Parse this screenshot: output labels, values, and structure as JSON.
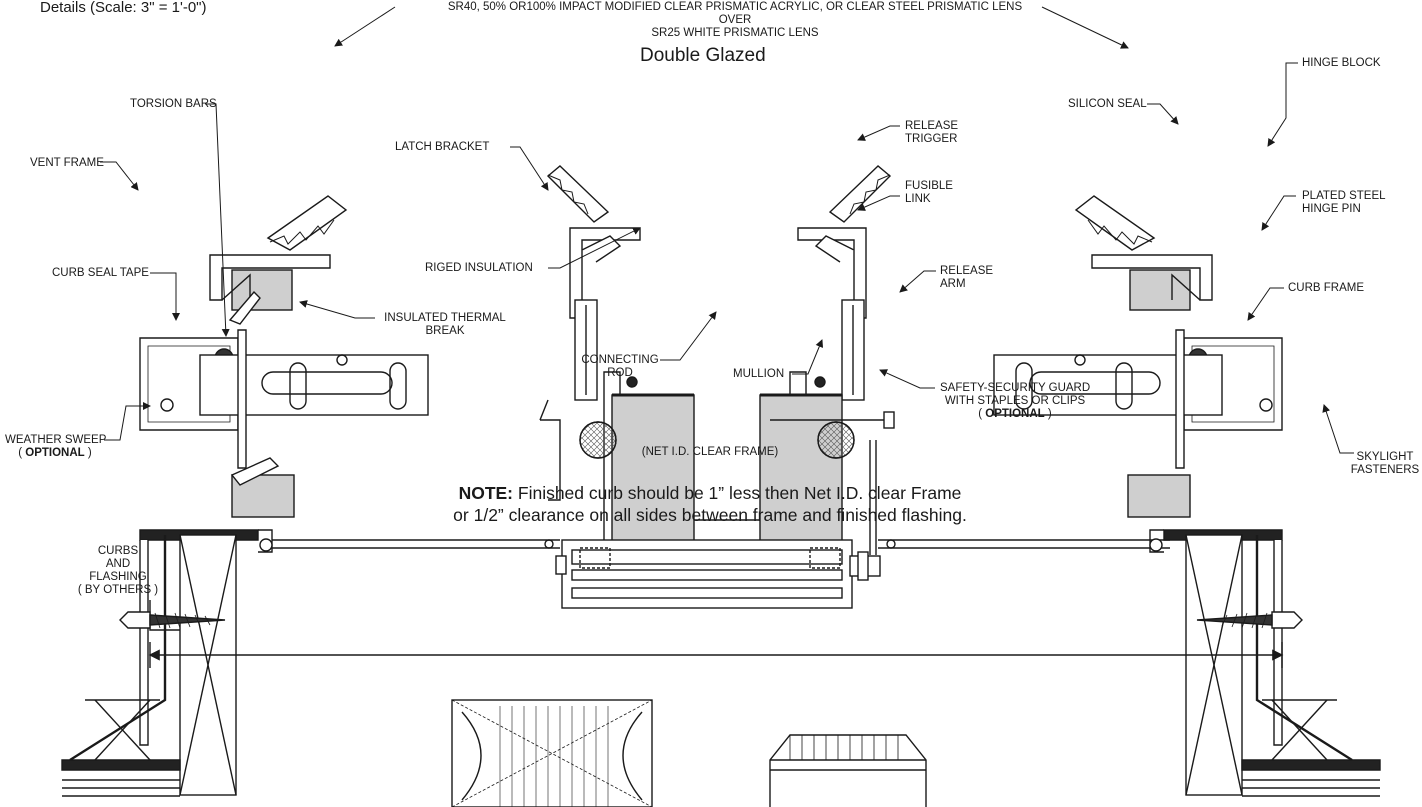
{
  "header": {
    "scale_text": "Details (Scale: 3\" = 1'-0\")",
    "lens_line1": "SR40, 50% OR100% IMPACT MODIFIED CLEAR PRISMATIC ACRYLIC, OR CLEAR STEEL PRISMATIC LENS",
    "lens_line2": "OVER",
    "lens_line3": "SR25 WHITE PRISMATIC LENS",
    "glazing": "Double Glazed"
  },
  "labels": {
    "torsion_bars": "TORSION BARS",
    "vent_frame": "VENT FRAME",
    "latch_bracket": "LATCH BRACKET",
    "release_trigger_1": "RELEASE",
    "release_trigger_2": "TRIGGER",
    "fusible_link_1": "FUSIBLE",
    "fusible_link_2": "LINK",
    "silicon_seal": "SILICON SEAL",
    "hinge_block": "HINGE BLOCK",
    "plated_hinge_1": "PLATED STEEL",
    "plated_hinge_2": "HINGE PIN",
    "curb_seal_tape": "CURB SEAL TAPE",
    "riged_insulation": "RIGED INSULATION",
    "release_arm_1": "RELEASE",
    "release_arm_2": "ARM",
    "curb_frame": "CURB FRAME",
    "thermal_break_1": "INSULATED THERMAL",
    "thermal_break_2": "BREAK",
    "connecting_rod_1": "CONNECTING",
    "connecting_rod_2": "ROD",
    "mullion": "MULLION",
    "guard_1": "SAFETY-SECURITY GUARD",
    "guard_2": "WITH STAPLES OR CLIPS",
    "guard_3_pre": "( ",
    "guard_3_bold": "OPTIONAL",
    "guard_3_post": " )",
    "net_id": "(NET I.D. CLEAR FRAME)",
    "weather_sweep_1": "WEATHER SWEEP",
    "weather_sweep_2_pre": "( ",
    "weather_sweep_2_bold": "OPTIONAL",
    "weather_sweep_2_post": " )",
    "skylight_fasteners_1": "SKYLIGHT",
    "skylight_fasteners_2": "FASTENERS",
    "curbs_1": "CURBS",
    "curbs_2": "AND",
    "curbs_3": "FLASHING",
    "curbs_4": "( BY OTHERS )"
  },
  "note": {
    "bold": "NOTE:",
    "line1": " Finished curb should be 1” less then Net I.D. clear Frame",
    "line2": "or 1/2” clearance on all sides between frame and finished flashing."
  }
}
